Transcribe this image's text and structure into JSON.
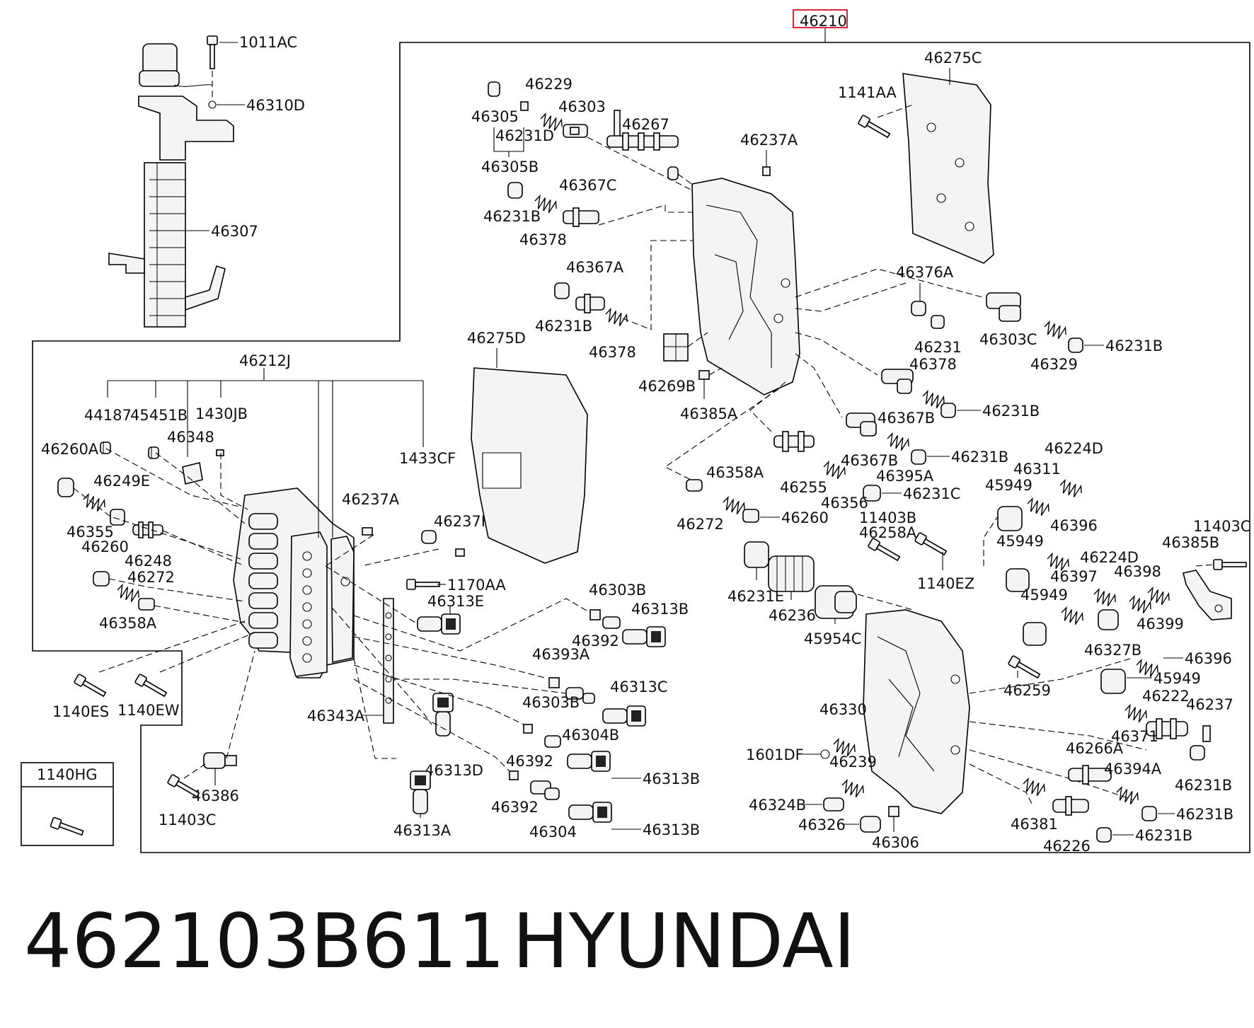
{
  "diagram": {
    "assembly_label": "46210",
    "callouts": {
      "p1011AC": "1011AC",
      "p46310D": "46310D",
      "p46307": "46307",
      "p46212J": "46212J",
      "p44187": "44187",
      "p45451B": "45451B",
      "p1430JB": "1430JB",
      "p46348": "46348",
      "p46260A": "46260A",
      "p46249E": "46249E",
      "p1433CF": "1433CF",
      "p46237A_left": "46237A",
      "p46237F": "46237F",
      "p46355": "46355",
      "p46260_left": "46260",
      "p46248": "46248",
      "p46272_left": "46272",
      "p46358A_left": "46358A",
      "p1140ES": "1140ES",
      "p1140EW": "1140EW",
      "p1140HG": "1140HG",
      "p11403C_bottom": "11403C",
      "p46386": "46386",
      "p46343A": "46343A",
      "p1170AA": "1170AA",
      "p46313E": "46313E",
      "p46313D": "46313D",
      "p46313A": "46313A",
      "p46305": "46305",
      "p46229": "46229",
      "p46303": "46303",
      "p46231D": "46231D",
      "p46267": "46267",
      "p46305B": "46305B",
      "p46367C": "46367C",
      "p46231B_a": "46231B",
      "p46378_a": "46378",
      "p46367A": "46367A",
      "p46231B_b": "46231B",
      "p46378_b": "46378",
      "p46275D": "46275D",
      "p46237A_top": "46237A",
      "p46269B": "46269B",
      "p46385A": "46385A",
      "p46275C": "46275C",
      "p1141AA": "1141AA",
      "p46376A": "46376A",
      "p46231": "46231",
      "p46303C": "46303C",
      "p46329": "46329",
      "p46231B_c": "46231B",
      "p46378_c": "46378",
      "p46367B_a": "46367B",
      "p46231B_d": "46231B",
      "p46367B_b": "46367B",
      "p46231B_e": "46231B",
      "p46395A": "46395A",
      "p46231C": "46231C",
      "p46255": "46255",
      "p46356": "46356",
      "p46358A_mid": "46358A",
      "p46272_mid": "46272",
      "p46260_mid": "46260",
      "p11403B": "11403B",
      "p46258A": "46258A",
      "p1140EZ": "1140EZ",
      "p46231E": "46231E",
      "p46236": "46236",
      "p45954C": "45954C",
      "p46303B_a": "46303B",
      "p46392_a": "46392",
      "p46313B_a": "46313B",
      "p46393A": "46393A",
      "p46313C": "46313C",
      "p46303B_b": "46303B",
      "p46304B": "46304B",
      "p46392_b": "46392",
      "p46313B_b": "46313B",
      "p46392_c": "46392",
      "p46304": "46304",
      "p46313B_c": "46313B",
      "p45949_a": "45949",
      "p46311": "46311",
      "p46224D_a": "46224D",
      "p46396_a": "46396",
      "p11403C_right": "11403C",
      "p45949_b": "45949",
      "p46224D_b": "46224D",
      "p46385B": "46385B",
      "p46397": "46397",
      "p46398": "46398",
      "p45949_c": "45949",
      "p46399": "46399",
      "p46327B": "46327B",
      "p46396_b": "46396",
      "p45949_d": "45949",
      "p46259": "46259",
      "p46222": "46222",
      "p46237_right": "46237",
      "p46330": "46330",
      "p46371": "46371",
      "p1601DF": "1601DF",
      "p46239": "46239",
      "p46266A": "46266A",
      "p46231B_f": "46231B",
      "p46394A": "46394A",
      "p46324B": "46324B",
      "p46326": "46326",
      "p46306": "46306",
      "p46381": "46381",
      "p46231B_g": "46231B",
      "p46226": "46226",
      "p46231B_h": "46231B"
    }
  },
  "footer": {
    "part_number": "462103B611",
    "brand": "HYUNDAI"
  },
  "colors": {
    "highlight": "#d9263c",
    "ink": "#111111"
  }
}
